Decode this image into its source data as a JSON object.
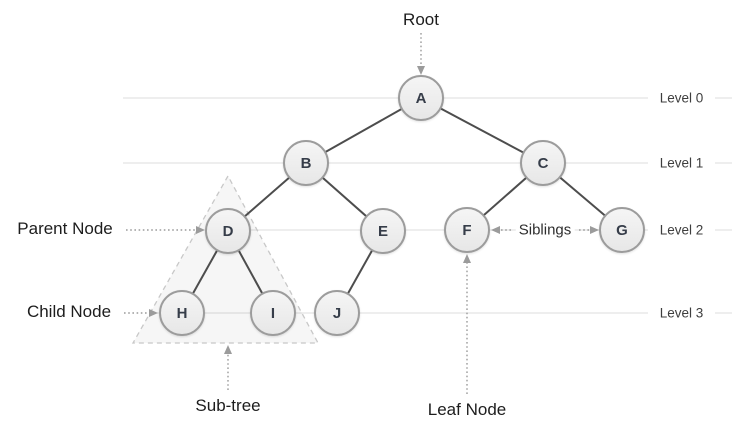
{
  "diagram": {
    "kind": "binary-tree-structure",
    "nodes": {
      "a": "A",
      "b": "B",
      "c": "C",
      "d": "D",
      "e": "E",
      "f": "F",
      "g": "G",
      "h": "H",
      "i": "I",
      "j": "J"
    },
    "edges": [
      [
        "A",
        "B"
      ],
      [
        "A",
        "C"
      ],
      [
        "B",
        "D"
      ],
      [
        "B",
        "E"
      ],
      [
        "C",
        "F"
      ],
      [
        "C",
        "G"
      ],
      [
        "D",
        "H"
      ],
      [
        "D",
        "I"
      ],
      [
        "E",
        "J"
      ]
    ],
    "levels": [
      "Level 0",
      "Level 1",
      "Level 2",
      "Level 3"
    ],
    "annotations": {
      "root": "Root",
      "parent": "Parent Node",
      "child": "Child Node",
      "subtree": "Sub-tree",
      "leaf": "Leaf Node",
      "siblings": "Siblings"
    },
    "colors": {
      "node_fill_top": "#f5f5f5",
      "node_fill_bottom": "#e7e7e7",
      "node_border": "#9c9c9c",
      "node_text": "#363d49",
      "tree_edge": "#4d4d4d",
      "level_line": "#e3e3e3",
      "dotted_arrow": "#9b9b9b",
      "triangle_border": "#c8c8c8",
      "triangle_fill": "rgba(0,0,0,0.035)",
      "label_text": "#1d1d1d",
      "level_text": "#3e3e3e"
    }
  }
}
